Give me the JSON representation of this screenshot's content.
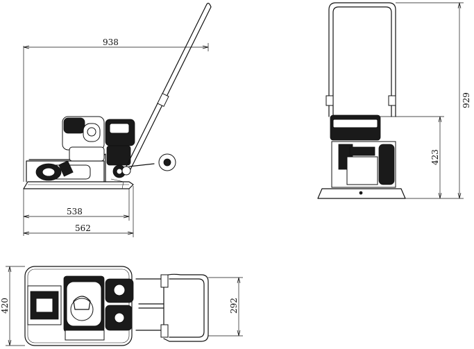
{
  "dimensions": {
    "side_overall_length": "938",
    "side_plate_length": "538",
    "side_base_length": "562",
    "front_overall_height": "929",
    "front_engine_height": "423",
    "top_width": "420",
    "top_plate_width": "292"
  }
}
